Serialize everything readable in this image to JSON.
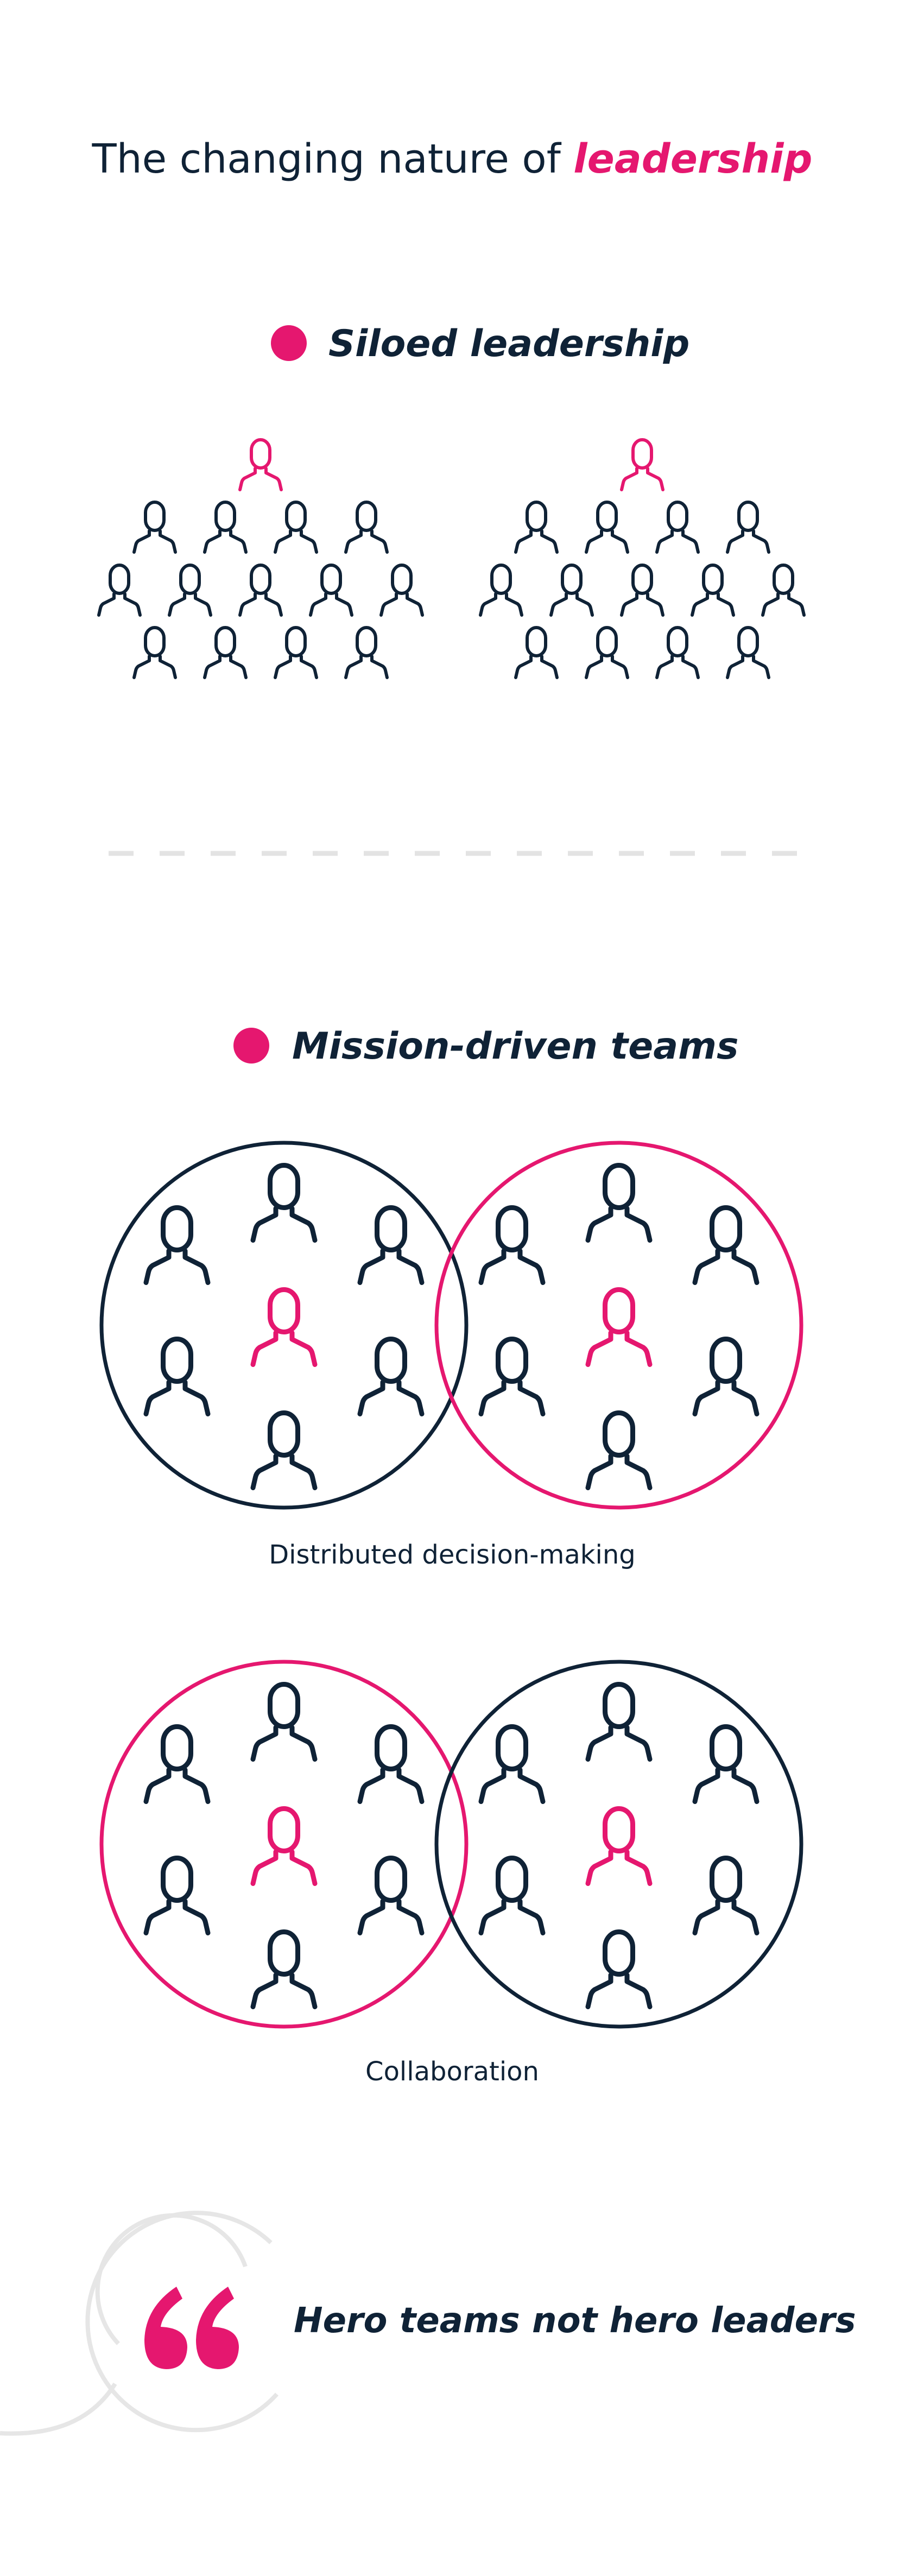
{
  "title": {
    "prefix": "The changing nature of ",
    "highlight": "leadership"
  },
  "colors": {
    "navy": "#0f2236",
    "pink": "#e5176f",
    "divider": "#e3e3e3"
  },
  "sections": {
    "siloed": {
      "heading": "Siloed leadership",
      "groups": 2,
      "members_per_group": 13,
      "leaders_per_group": 1
    },
    "mission": {
      "heading": "Mission-driven teams",
      "diagrams": [
        {
          "caption": "Distributed decision-making",
          "circle_colors": [
            "navy",
            "pink"
          ]
        },
        {
          "caption": "Collaboration",
          "circle_colors": [
            "pink",
            "navy"
          ]
        }
      ]
    }
  },
  "quote": {
    "text": "Hero teams not hero leaders",
    "icon": "quote-mark-icon"
  }
}
